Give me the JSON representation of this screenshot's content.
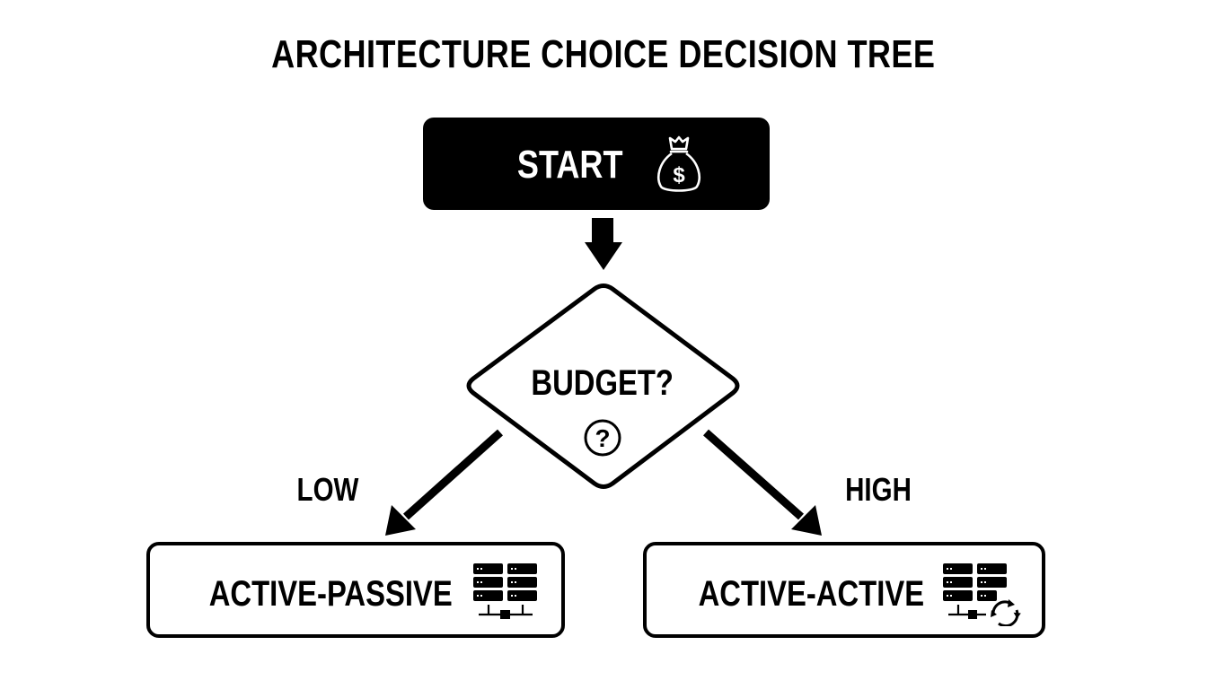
{
  "diagram": {
    "title": "ARCHITECTURE CHOICE DECISION TREE",
    "start": {
      "label": "START",
      "icon": "money-bag-icon"
    },
    "decision": {
      "label": "BUDGET?",
      "icon": "question-circle-icon"
    },
    "branches": [
      {
        "label": "LOW",
        "target": "ACTIVE-PASSIVE"
      },
      {
        "label": "HIGH",
        "target": "ACTIVE-ACTIVE"
      }
    ],
    "outcomes": [
      {
        "label": "ACTIVE-PASSIVE",
        "icon": "server-rack-network-icon"
      },
      {
        "label": "ACTIVE-ACTIVE",
        "icon": "server-rack-sync-icon"
      }
    ],
    "colors": {
      "foreground": "#000000",
      "background": "#ffffff"
    }
  }
}
